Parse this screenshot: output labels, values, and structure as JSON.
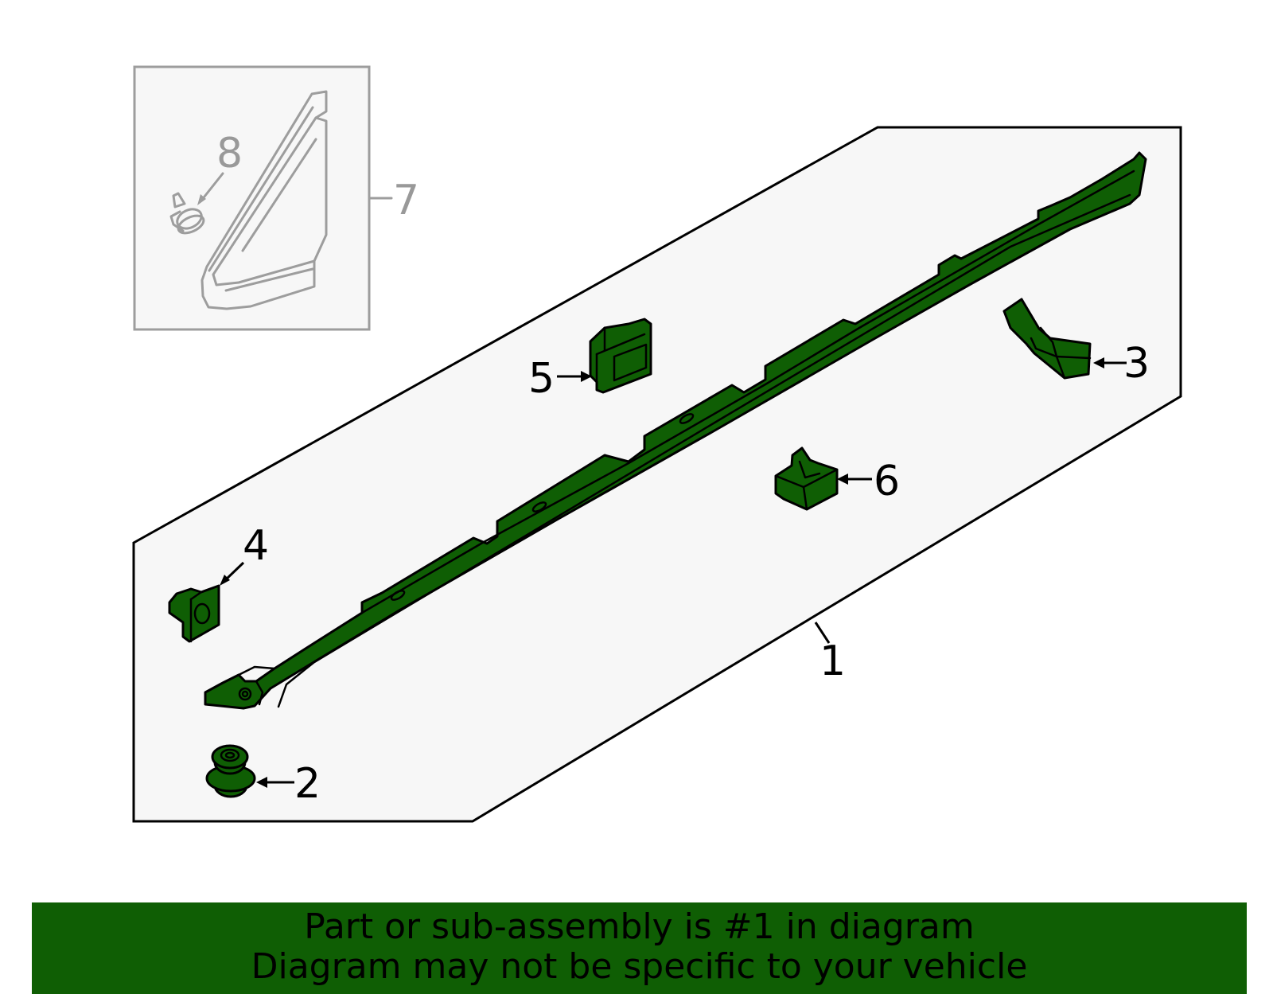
{
  "diagram": {
    "callouts": [
      {
        "id": "1",
        "label": "1"
      },
      {
        "id": "2",
        "label": "2"
      },
      {
        "id": "3",
        "label": "3"
      },
      {
        "id": "4",
        "label": "4"
      },
      {
        "id": "5",
        "label": "5"
      },
      {
        "id": "6",
        "label": "6"
      },
      {
        "id": "7",
        "label": "7"
      },
      {
        "id": "8",
        "label": "8"
      }
    ],
    "highlight_color": "#0f5e04",
    "inset_color": "#9d9d9d"
  },
  "banner": {
    "line1": "Part or sub-assembly is #1 in diagram",
    "line2": "Diagram may not be specific to your vehicle"
  }
}
